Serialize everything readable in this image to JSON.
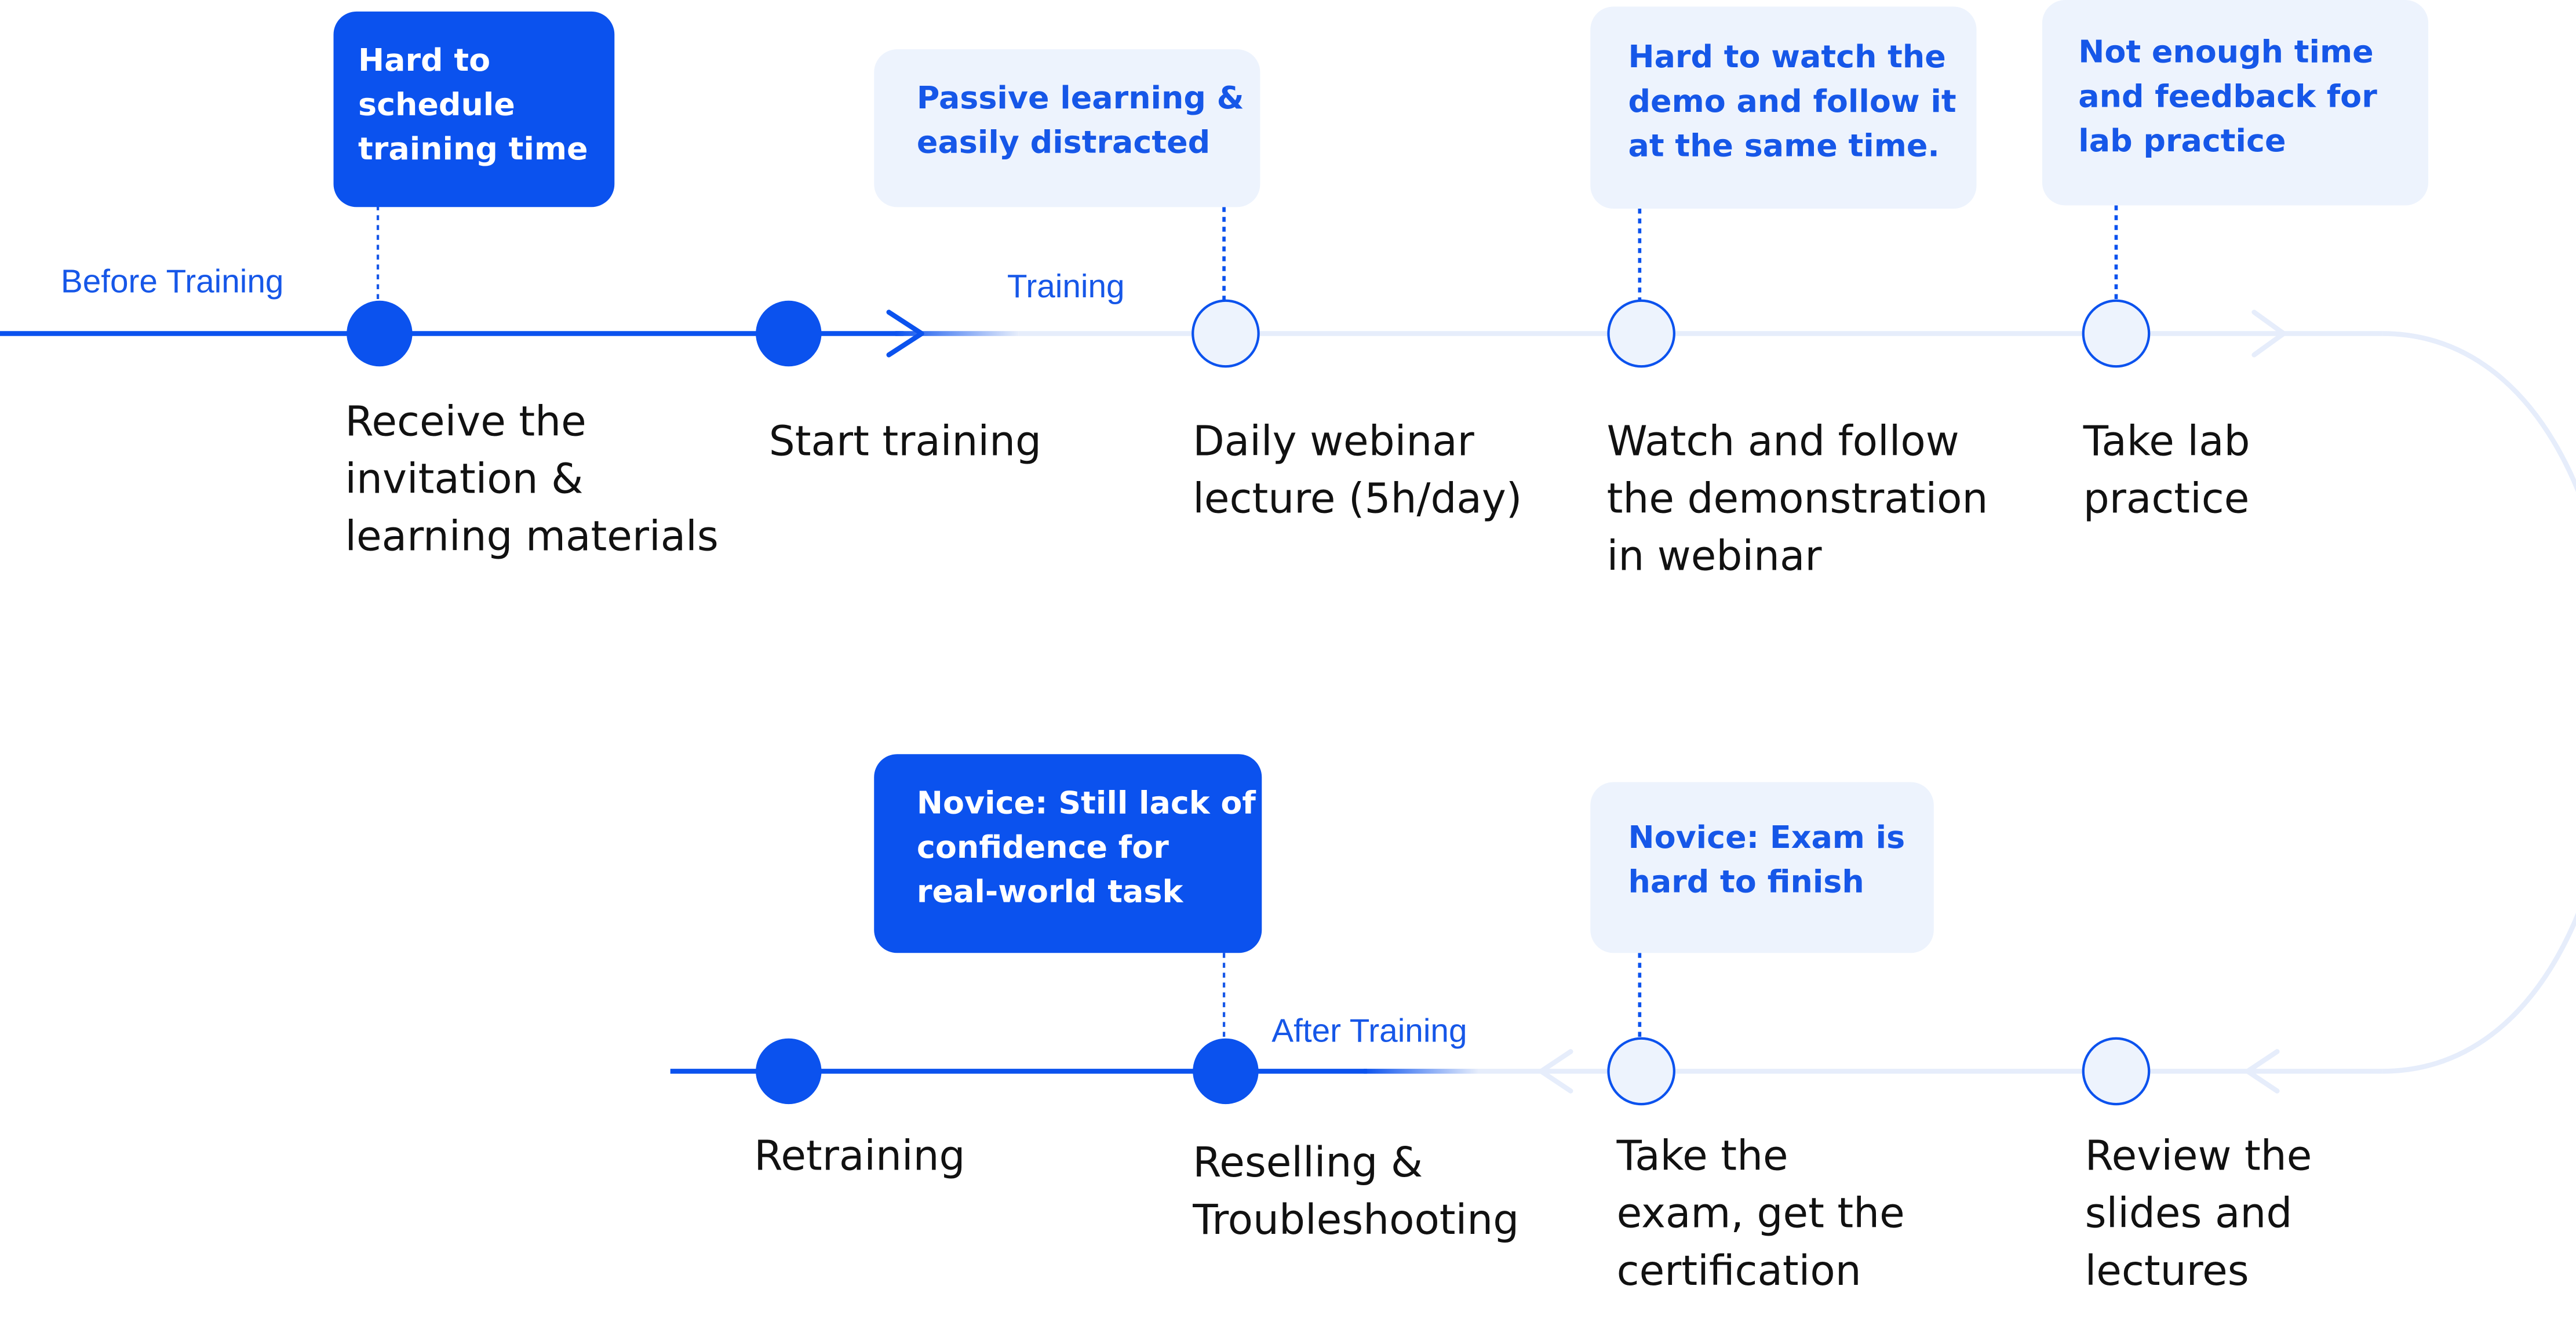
{
  "phases": {
    "before": "Before Training",
    "training": "Training",
    "after": "After Training"
  },
  "steps": [
    "Receive the\ninvitation &\nlearning materials",
    "Start training",
    "Daily webinar\nlecture (5h/day)",
    "Watch and follow\nthe demonstration\nin webinar",
    "Take lab\npractice",
    "Review the\nslides and\nlectures",
    "Take the\nexam, get the\ncertification",
    "Reselling &\nTroubleshooting",
    "Retraining"
  ],
  "pain_points": [
    "Hard to\nschedule\ntraining time",
    "Passive learning &\neasily distracted",
    "Hard to watch the\ndemo and follow it\nat the same time.",
    "Not enough time\nand feedback for\nlab practice",
    "Novice: Exam is\nhard to finish",
    "Novice: Still lack of\nconfidence for\nreal-world task"
  ],
  "colors": {
    "primary": "#0b52ee",
    "label_blue": "#1657e8",
    "faded_line": "#e6edfb",
    "light_fill": "#edf3fd",
    "text": "#111111"
  }
}
